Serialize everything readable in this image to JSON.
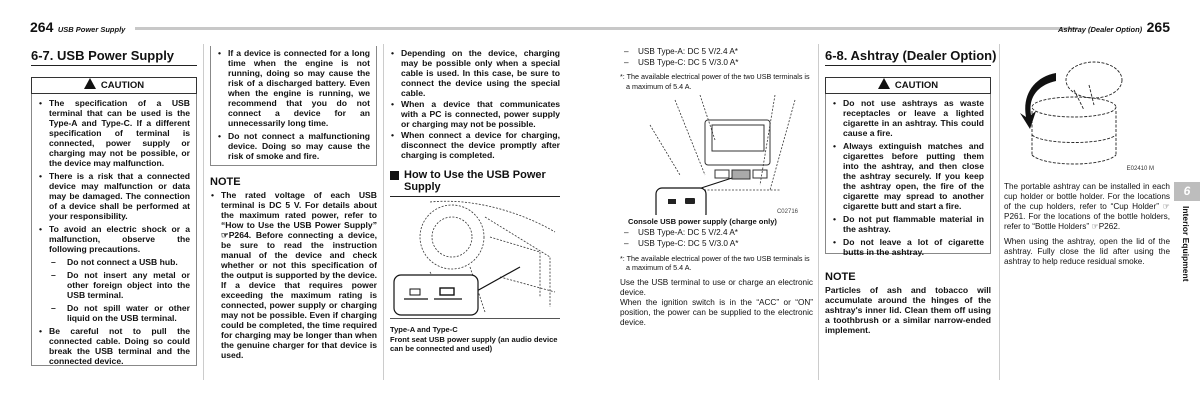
{
  "left_page": {
    "number": "264",
    "header": "USB Power Supply"
  },
  "right_page": {
    "number": "265",
    "header": "Ashtray (Dealer Option)"
  },
  "chapter_tab": {
    "number": "6",
    "label": "Interior Equipment"
  },
  "usb": {
    "title": "6-7. USB Power Supply",
    "caution_label": "CAUTION",
    "caution_items": [
      "The specification of a USB terminal that can be used is the Type-A and Type-C. If a different specification of terminal is connected, power supply or charging may not be possible, or the device may malfunction.",
      "There is a risk that a connected device may malfunction or data may be damaged. The connection of a device shall be performed at your responsibility.",
      "To avoid an electric shock or a malfunction, observe the following precautions."
    ],
    "precautions": [
      "Do not connect a USB hub.",
      "Do not insert any metal or other foreign object into the USB terminal.",
      "Do not spill water or other liquid on the USB terminal."
    ],
    "caution_last": "Be careful not to pull the connected cable. Doing so could break the USB terminal and the connected device.",
    "caution_cont": [
      "If a device is connected for a long time when the engine is not running, doing so may cause the risk of a discharged battery. Even when the engine is running, we recommend that you do not connect a device for an unnecessarily long time.",
      "Do not connect a malfunctioning device. Doing so may cause the risk of smoke and fire."
    ],
    "note_label": "NOTE",
    "note_items": [
      "The rated voltage of each USB terminal is DC 5 V. For details about the maximum rated power, refer to “How to Use the USB Power Supply” ☞P264. Before connecting a device, be sure to read the instruction manual of the device and check whether or not this specification of the output is supported by the device. If a device that requires power exceeding the maximum rating is connected, power supply or charging may not be possible. Even if charging could be completed, the time required for charging may be longer than when the genuine charger for that device is used.",
      "Depending on the device, charging may be possible only when a special cable is used. In this case, be sure to connect the device using the special cable.",
      "When a device that communicates with a PC is connected, power supply or charging may not be possible.",
      "When connect a device for charging, disconnect the device promptly after charging is completed."
    ],
    "howto_title": "How to Use the USB Power Supply",
    "front_caption_1": "Type-A and Type-C",
    "front_caption_2": "Front seat USB power supply (an audio device can be connected and used)",
    "specs": [
      "USB Type-A: DC 5 V/2.4 A*",
      "USB Type-C: DC 5 V/3.0 A*"
    ],
    "footnote": "*: The available electrical power of the two USB terminals is a maximum of 5.4 A.",
    "console_caption": "Console USB power supply (charge only)",
    "usage_1": "Use the USB terminal to use or charge an electronic device.",
    "usage_2": "When the ignition switch is in the “ACC” or “ON” position, the power can be supplied to the electronic device."
  },
  "ashtray": {
    "title": "6-8. Ashtray (Dealer Option)",
    "caution_label": "CAUTION",
    "caution_items": [
      "Do not use ashtrays as waste receptacles or leave a lighted cigarette in an ashtray. This could cause a fire.",
      "Always extinguish matches and cigarettes before putting them into the ashtray, and then close the ashtray securely. If you keep the ashtray open, the fire of the cigarette may spread to another cigarette butt and start a fire.",
      "Do not put flammable material in the ashtray.",
      "Do not leave a lot of cigarette butts in the ashtray."
    ],
    "note_label": "NOTE",
    "note_text": "Particles of ash and tobacco will accumulate around the hinges of the ashtray's inner lid. Clean them off using a toothbrush or a similar narrow-ended implement.",
    "image_code": "E02410 M",
    "para_1": "The portable ashtray can be installed in each cup holder or bottle holder. For the locations of the cup holders, refer to “Cup Holder” ☞P261. For the locations of the bottle holders, refer to “Bottle Holders” ☞P262.",
    "para_2": "When using the ashtray, open the lid of the ashtray. Fully close the lid after using the ashtray to help reduce residual smoke."
  }
}
